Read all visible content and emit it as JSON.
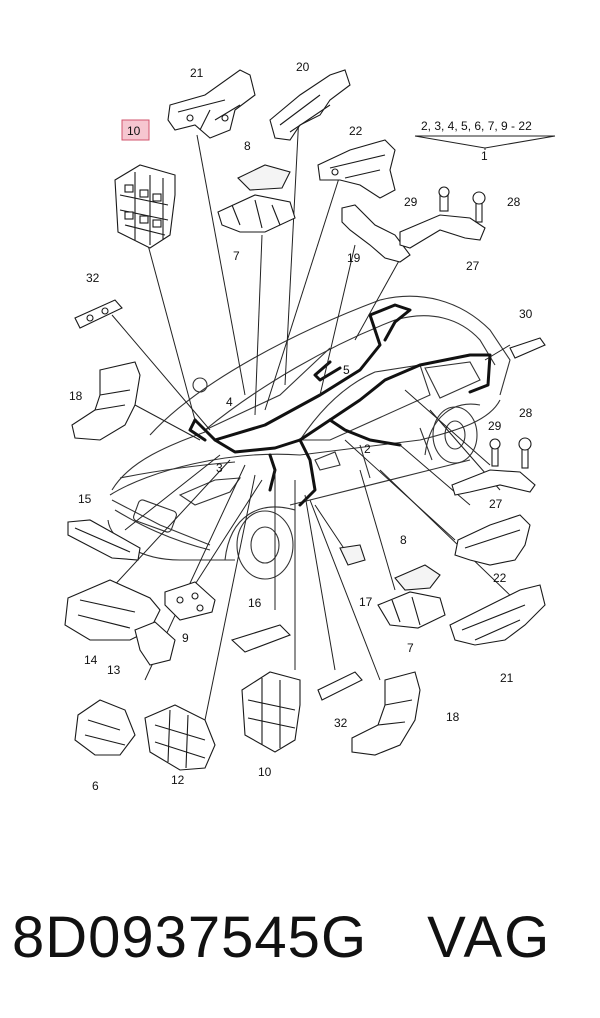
{
  "footer": {
    "part_number": "8D0937545G",
    "brand": "VAG"
  },
  "callouts": {
    "c1": "1",
    "c2": "2",
    "c3": "3",
    "c4": "4",
    "c5": "5",
    "c6": "6",
    "c7a": "7",
    "c7b": "7",
    "c8a": "8",
    "c8b": "8",
    "c9": "9",
    "c10a": "10",
    "c10b": "10",
    "c12": "12",
    "c13": "13",
    "c14": "14",
    "c15": "15",
    "c16": "16",
    "c17": "17",
    "c18a": "18",
    "c18b": "18",
    "c19": "19",
    "c20": "20",
    "c21a": "21",
    "c21b": "21",
    "c22a": "22",
    "c22b": "22",
    "c27a": "27",
    "c27b": "27",
    "c28a": "28",
    "c28b": "28",
    "c29a": "29",
    "c29b": "29",
    "c30": "30",
    "c32a": "32",
    "c32b": "32",
    "group_range": "2, 3, 4, 5, 6, 7, 9 - 22"
  }
}
